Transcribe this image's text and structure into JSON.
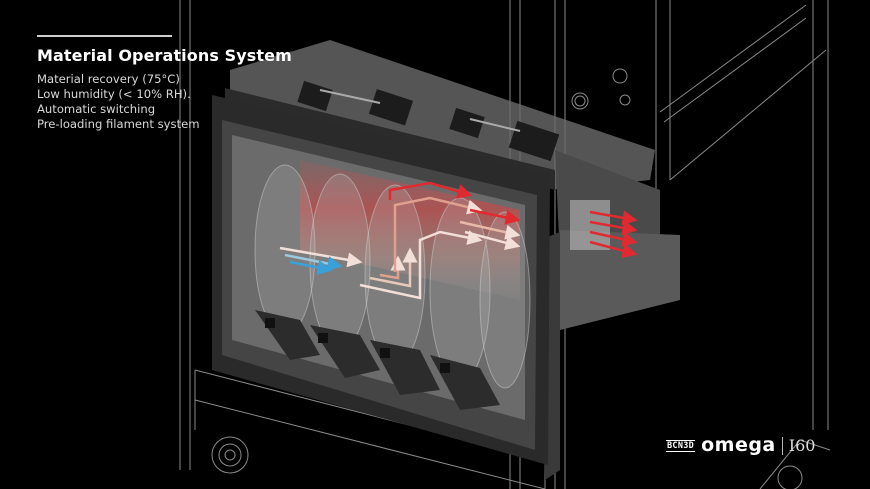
{
  "headline": {
    "title": "Material Operations System",
    "features": [
      "Material recovery (75°C)",
      "Low humidity (< 10% RH).",
      "Automatic switching",
      "Pre-loading filament system"
    ]
  },
  "branding": {
    "maker": "BCN3D",
    "product": "omega",
    "model": "I60"
  },
  "illustration": {
    "subject": "filament-drying-cabinet-cutaway",
    "spool_count": 4,
    "airflow_colors": {
      "hot": "#e0303a",
      "warm": "#f0c0b0",
      "cool": "#3aa0d8",
      "neutral": "#ffffff"
    },
    "palette": {
      "background": "#000000",
      "wireframe": "#9a9a9a",
      "housing": "#5a5a5a",
      "window_frame": "#2a2a2a"
    }
  }
}
